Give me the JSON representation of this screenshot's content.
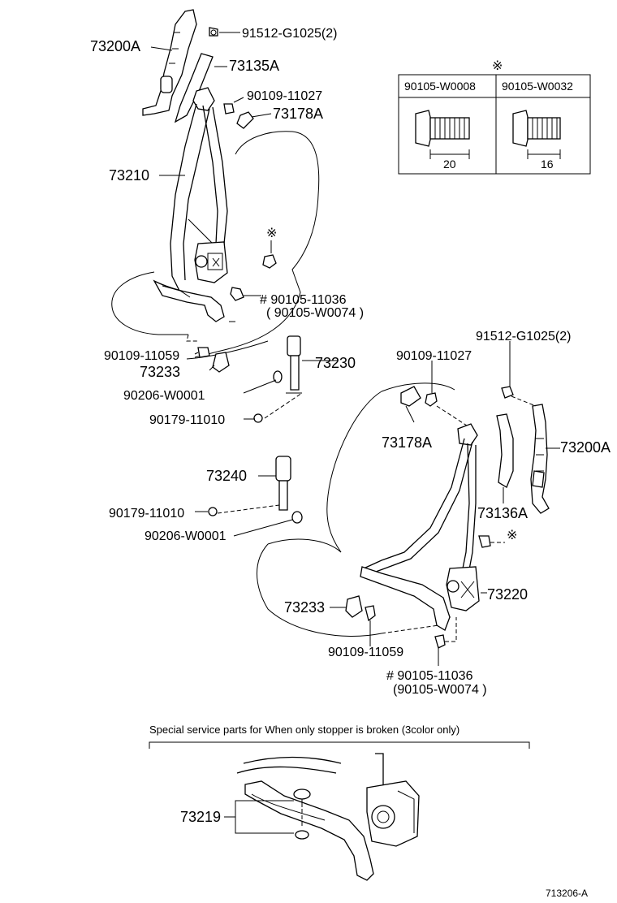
{
  "labels": {
    "l_73200A_top": "73200A",
    "l_91512_top": "91512-G1025(2)",
    "l_73135A": "73135A",
    "l_90109_11027_top": "90109-11027",
    "l_73178A_top": "73178A",
    "l_73210": "73210",
    "l_ref_mark_top": "※",
    "l_90105_11036_top": "# 90105-11036",
    "l_90105_W0074_top": "( 90105-W0074 )",
    "l_90109_11059_top": "90109-11059",
    "l_73233_top": "73233",
    "l_73230": "73230",
    "l_90206_top": "90206-W0001",
    "l_90179_top": "90179-11010",
    "l_91512_right": "91512-G1025(2)",
    "l_90109_11027_right": "90109-11027",
    "l_73178A_right": "73178A",
    "l_73200A_right": "73200A",
    "l_73240": "73240",
    "l_90179_mid": "90179-11010",
    "l_90206_mid": "90206-W0001",
    "l_73136A": "73136A",
    "l_ref_mark_right": "※",
    "l_73220": "73220",
    "l_73233_bottom": "73233",
    "l_90109_11059_bottom": "90109-11059",
    "l_90105_11036_bottom": "# 90105-11036",
    "l_90105_W0074_bottom": "(90105-W0074 )",
    "l_73219": "73219"
  },
  "bolt_table": {
    "mark": "※",
    "col1_header": "90105-W0008",
    "col2_header": "90105-W0032",
    "col1_length": "20",
    "col2_length": "16"
  },
  "special_note": "Special service parts for When only stopper is broken (3color only)",
  "figure_code": "713206-A"
}
